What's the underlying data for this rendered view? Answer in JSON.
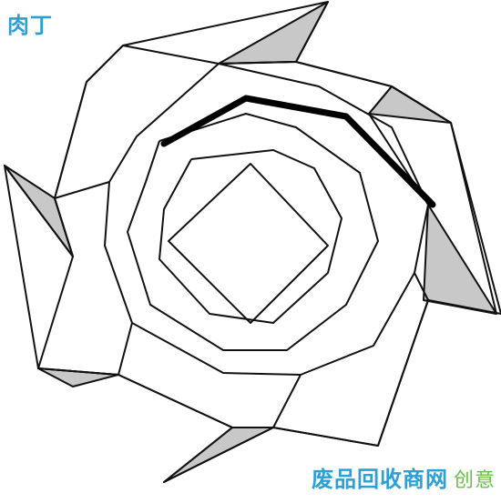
{
  "watermark_top_left": {
    "text": "肉丁",
    "color": "#2b9fd6"
  },
  "watermark_bottom_right": {
    "text": "废品回收商网",
    "subtext": "创意",
    "color": "#2b9fd6",
    "subcolor": "#6abf4b"
  },
  "colors": {
    "outline": "#111111",
    "shade": "#c8c8c8",
    "paper": "#ffffff",
    "highlight": "#000000"
  }
}
